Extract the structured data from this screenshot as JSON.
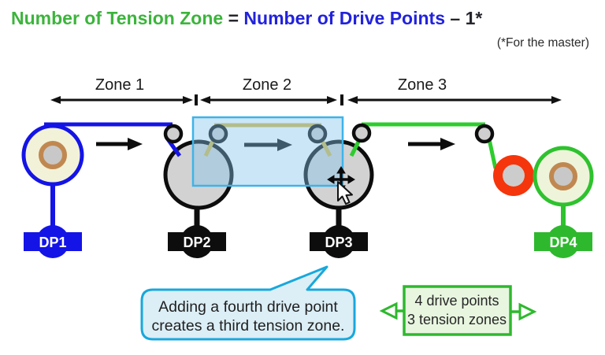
{
  "title": {
    "tension_text": "Number of Tension Zone",
    "equals": " = ",
    "drive_text": "Number of Drive Points",
    "suffix": " – 1*",
    "footnote": "(*For the master)"
  },
  "zones": [
    {
      "label": "Zone 1"
    },
    {
      "label": "Zone 2"
    },
    {
      "label": "Zone 3"
    }
  ],
  "drive_points": [
    {
      "label": "DP1",
      "color": "#1414e6"
    },
    {
      "label": "DP2",
      "color": "#0d0d0d"
    },
    {
      "label": "DP3",
      "color": "#0d0d0d"
    },
    {
      "label": "DP4",
      "color": "#2eb82e"
    }
  ],
  "callout": {
    "line1": "Adding a fourth drive point",
    "line2": "creates a third tension zone."
  },
  "summary_box": {
    "line1": "4 drive points",
    "line2": "3 tension zones"
  },
  "colors": {
    "title_green": "#3cb43c",
    "title_blue": "#2222dd",
    "web_blue": "#1414e6",
    "web_yellow": "#d4b945",
    "web_green": "#2ecc2e",
    "red_roller": "#f5350c",
    "roller_gray": "#d2d2d2",
    "highlight_border": "#3fb3e8",
    "callout_border": "#18a8dc",
    "summary_green": "#2eb82e"
  }
}
